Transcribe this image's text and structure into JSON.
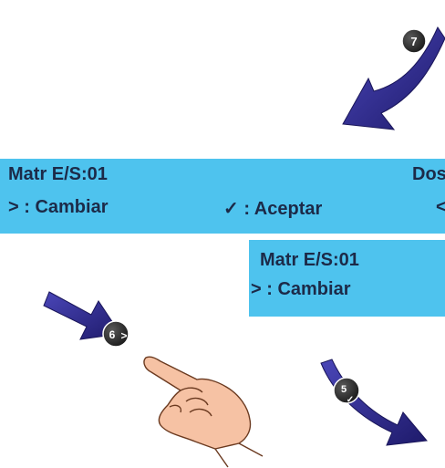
{
  "main_display": {
    "line1_left": "Matr E/S:01",
    "line1_right": "Dos",
    "line2_left": "> : Cambiar",
    "line2_mid": "✓ : Aceptar",
    "line2_right": "<"
  },
  "small_display": {
    "line1": "Matr E/S:01",
    "line2": "> : Cambiar"
  },
  "steps": {
    "step7": "7",
    "step6": "6",
    "step6_key": ">",
    "step5": "5",
    "step5_key": "✓"
  },
  "colors": {
    "lcd_background": "#4ec3ee",
    "lcd_text": "#1c2a48",
    "arrow": "#2e2a86",
    "badge": "#2a2a2a",
    "hand_fill": "#f6c2a4",
    "hand_outline": "#6b3a20"
  },
  "icons": [
    "arrow-icon",
    "step-badge-icon",
    "pointing-hand-icon"
  ]
}
